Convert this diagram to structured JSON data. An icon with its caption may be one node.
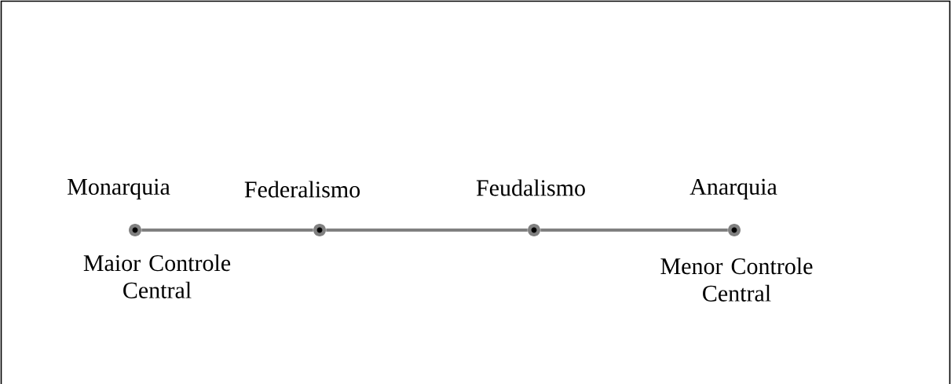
{
  "diagram": {
    "nodes": [
      {
        "text": [
          "Monarquia"
        ],
        "beside": [
          "Maior Controle Central"
        ]
      },
      {
        "text": [
          "Federalismo"
        ]
      },
      {
        "text": [
          "Feudalismo"
        ]
      },
      {
        "text": [
          "Anarquia"
        ],
        "beside": [
          "Menor Controle Central"
        ]
      }
    ],
    "edges": [
      {
        "from": 0,
        "to": 1,
        "arrow": "none"
      },
      {
        "from": 1,
        "to": 2,
        "arrow": "none"
      },
      {
        "from": 2,
        "to": 3,
        "arrow": "none"
      }
    ]
  }
}
